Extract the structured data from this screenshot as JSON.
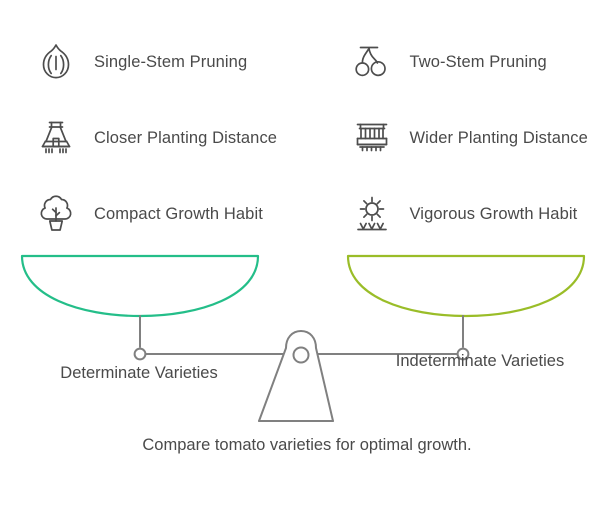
{
  "theme": {
    "background": "#ffffff",
    "text_color": "#4a4a4a",
    "icon_stroke": "#4d4d4d",
    "scale_stroke": "#808080",
    "left_pan_color": "#24be89",
    "right_pan_color": "#9abd28"
  },
  "left_column": {
    "features": [
      {
        "icon": "garlic-bulb-icon",
        "label": "Single-Stem Pruning"
      },
      {
        "icon": "narrow-planting-frame-icon",
        "label": "Closer Planting Distance"
      },
      {
        "icon": "potted-tree-icon",
        "label": "Compact Growth Habit"
      }
    ],
    "caption": "Determinate Varieties"
  },
  "right_column": {
    "features": [
      {
        "icon": "two-stem-cherry-icon",
        "label": "Two-Stem Pruning"
      },
      {
        "icon": "wide-planting-bench-icon",
        "label": "Wider Planting Distance"
      },
      {
        "icon": "sun-over-sprouts-icon",
        "label": "Vigorous Growth Habit"
      }
    ],
    "caption": "Indeterminate Varieties"
  },
  "scale": {
    "name": "balance-scale",
    "left_pan_name": "left-scale-pan",
    "right_pan_name": "right-scale-pan",
    "fulcrum_name": "scale-fulcrum"
  },
  "footer": {
    "note": "Compare tomato varieties for optimal growth."
  }
}
